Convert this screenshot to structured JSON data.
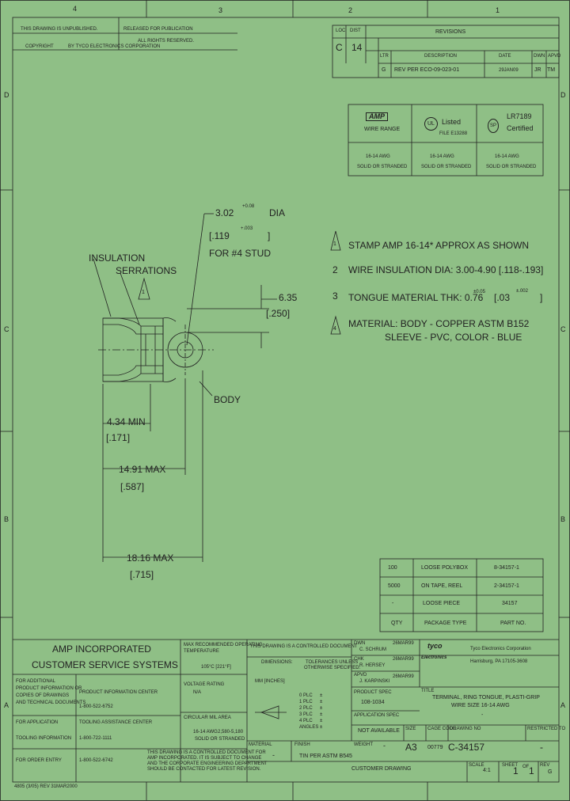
{
  "zones": {
    "top": [
      "4",
      "3",
      "2",
      "1"
    ],
    "left": [
      "D",
      "C",
      "B",
      "A"
    ],
    "right": [
      "D",
      "C",
      "B",
      "A"
    ]
  },
  "header": {
    "unpublished": "THIS DRAWING IS UNPUBLISHED.",
    "released": "RELEASED FOR PUBLICATION",
    "copyright_label": "COPYRIGHT",
    "copyright_by": "BY TYCO ELECTRONICS CORPORATION",
    "rights": "ALL RIGHTS RESERVED."
  },
  "revisions": {
    "title": "REVISIONS",
    "loc_label": "LOC",
    "dist_label": "DIST",
    "loc": "C",
    "dist": "14",
    "col_ltr": "LTR",
    "col_desc": "DESCRIPTION",
    "col_date": "DATE",
    "col_dwn": "DWN",
    "col_apvd": "APVD",
    "row": {
      "ltr": "G",
      "desc": "REV PER ECO-09-023-01",
      "date": "29JAN09",
      "dwn": "JR",
      "apvd": "TM"
    }
  },
  "approvals": {
    "amp_logo": "AMP",
    "wire_range": "WIRE RANGE",
    "ul_logo": "UL",
    "ul_listed": "Listed",
    "ul_file": "FILE E13288",
    "csa_logo": "SP",
    "csa_file": "LR7189",
    "csa_cert": "Certified",
    "ranges": [
      {
        "awg": "16-14 AWG",
        "type": "SOLID OR STRANDED"
      },
      {
        "awg": "16-14 AWG",
        "type": "SOLID OR STRANDED"
      },
      {
        "awg": "16-14 AWG",
        "type": "SOLID OR STRANDED"
      }
    ]
  },
  "dims": {
    "stud_dia": "3.02",
    "stud_tol": "+0.08",
    "stud_dia_suffix": "DIA",
    "stud_in": "[.119",
    "stud_in_tol": "+.003",
    "stud_in_close": "]",
    "stud_for": "FOR #4 STUD",
    "width_mm": "6.35",
    "width_in": "[.250]",
    "ins_len_mm": "4.34 MIN",
    "ins_len_in": "[.171]",
    "mid_len_mm": "14.91 MAX",
    "mid_len_in": "[.587]",
    "overall_mm": "18.16 MAX",
    "overall_in": "[.715]"
  },
  "callouts": {
    "insulation": "INSULATION",
    "serrations": "SERRATIONS",
    "body": "BODY",
    "flag1": "1"
  },
  "notes": [
    {
      "num": "1",
      "flag": true,
      "text": "STAMP AMP 16-14* APPROX AS SHOWN"
    },
    {
      "num": "2",
      "flag": false,
      "text": "WIRE INSULATION DIA: 3.00-4.90 [.118-.193]"
    },
    {
      "num": "3",
      "flag": false,
      "text": "TONGUE MATERIAL THK: 0.76",
      "tol": "±0.05",
      "text2": "[.03",
      "tol2": "±.002",
      "close": "]"
    },
    {
      "num": "4",
      "flag": true,
      "text": "MATERIAL: BODY - COPPER ASTM B152",
      "line2": "SLEEVE - PVC, COLOR - BLUE"
    }
  ],
  "packaging": {
    "rows": [
      {
        "qty": "100",
        "type": "LOOSE POLYBOX",
        "part": "8-34157-1"
      },
      {
        "qty": "5000",
        "type": "ON TAPE, REEL",
        "part": "2-34157-1"
      },
      {
        "qty": "-",
        "type": "LOOSE PIECE",
        "part": "34157"
      }
    ],
    "hdr_qty": "QTY",
    "hdr_type": "PACKAGE TYPE",
    "hdr_part": "PART NO."
  },
  "titleblock": {
    "company": "AMP INCORPORATED",
    "css": "CUSTOMER SERVICE SYSTEMS",
    "info1": "FOR ADDITIONAL",
    "info2": "PRODUCT INFORMATION OR",
    "info3": "COPIES OF DRAWINGS",
    "info4": "AND TECHNICAL DOCUMENTS",
    "pic_label": "PRODUCT INFORMATION CENTER",
    "pic_phone": "1-800-522-6752",
    "app_label": "FOR APPLICATION",
    "tool_label": "TOOLING INFORMATION",
    "tac_label": "TOOLING ASSISTANCE CENTER",
    "tac_phone": "1-800-722-1111",
    "order_label": "FOR ORDER ENTRY",
    "order_phone": "1-800-522-6742",
    "footer": "4805 (3/05) REV 31MAR2000",
    "std1": "MAX RECOMMENDED OPERATING",
    "std2": "TEMPERATURE",
    "temp": "105°C [221°F]",
    "volt_label": "VOLTAGE RATING",
    "volt": "N/A",
    "mil_label": "CIRCULAR MIL AREA",
    "mil_val1": "2,580-5,180",
    "mil_val2": "SOLID OR STRANDED",
    "mil_val0": "16-14 AWG",
    "spec_note1": "THIS DRAWING IS A CONTROLLED DOCUMENT FOR",
    "spec_note2": "AMP INCORPORATED. IT IS SUBJECT TO CHANGE",
    "spec_note3": "AND THE CORPORATE ENGINEERING DEPARTMENT",
    "spec_note4": "SHOULD BE CONTACTED FOR LATEST REVISION.",
    "controlled": "THIS DRAWING IS A CONTROLLED DOCUMENT",
    "dims_label": "DIMENSIONS:",
    "tol_label": "TOLERANCES UNLESS",
    "tol_label2": "OTHERWISE SPECIFIED:",
    "mm_label": "MM [INCHES]",
    "tol_vals": [
      "0 PLC",
      "1 PLC",
      "2 PLC",
      "3 PLC",
      "4 PLC",
      "ANGLES"
    ],
    "tol_nums": [
      "±",
      "±",
      "±",
      "±",
      "±",
      "±"
    ],
    "material_label": "MATERIAL",
    "material": "-",
    "finish_label": "FINISH",
    "finish": "TIN PER ASTM B545",
    "dwn_label": "DWN",
    "dwn": "C. SCHRUM",
    "dwn_date": "26MAR99",
    "chk_label": "CHK",
    "chk": "R. HERSEY",
    "chk_date": "26MAR99",
    "appvd_label": "APVD",
    "appvd": "J. KARPINSKI",
    "appvd_date": "26MAR99",
    "prod_spec_label": "PRODUCT SPEC",
    "prod_spec": "108-1034",
    "app_spec_label": "APPLICATION SPEC",
    "app_spec": "NOT AVAILABLE",
    "weight_label": "WEIGHT",
    "weight": "-",
    "tyco": "tyco",
    "electronics": "Electronics",
    "tyco_corp": "Tyco Electronics Corporation",
    "tyco_addr": "Harrisburg, PA 17105-3608",
    "title_label": "TITLE",
    "title1": "TERMINAL, RING TONGUE, PLASTI-GRIP",
    "title2": "WIRE SIZE 16-14 AWG",
    "title3": "-",
    "size_label": "SIZE",
    "size": "A3",
    "cage_label": "CAGE CODE",
    "cage": "00779",
    "dwgno_label": "DRAWING NO",
    "dwgno": "C-34157",
    "restricted_label": "RESTRICTED TO",
    "restricted": "-",
    "cust_dwg": "CUSTOMER DRAWING",
    "scale_label": "SCALE",
    "scale": "4:1",
    "sheet_label": "SHEET",
    "sheet": "1",
    "of_label": "OF",
    "of": "1",
    "rev_label": "REV",
    "rev": "G"
  }
}
